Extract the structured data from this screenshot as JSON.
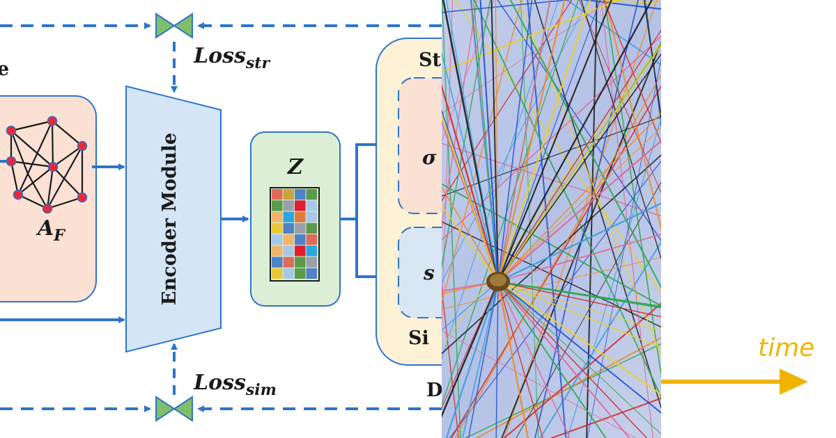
{
  "diagram": {
    "encoder_label": "Encoder Module",
    "z_label": "Z",
    "af_main": "A",
    "af_sub": "F",
    "loss_str_main": "Loss",
    "loss_str_sub": "str",
    "loss_sim_main": "Loss",
    "loss_sim_sub": "sim",
    "cut_top_left": "e",
    "cut_top_right": "St",
    "cut_sigma": "σ",
    "cut_s": "s",
    "cut_bottom_right": "Si",
    "cut_d": "D",
    "colors": {
      "arrow": "#2e74c8",
      "graph_box": "#fbe1d4",
      "encoder": "#d4e5f5",
      "z_box": "#dcefd6",
      "decoder_outer": "#fdf1d6",
      "valve": "#7fbf6a",
      "node": "#e8283a"
    },
    "matrix_colors": [
      [
        "#e06a5a",
        "#c9a53a",
        "#4f82c6",
        "#5a9a4a"
      ],
      [
        "#5a9a4a",
        "#9aa0a8",
        "#e01e2e",
        "#a8c7e8"
      ],
      [
        "#f0b56a",
        "#2aa6e0",
        "#e07a3a",
        "#a8c7e8"
      ],
      [
        "#e8c83a",
        "#4f82c6",
        "#9aa0a8",
        "#5a9a4a"
      ],
      [
        "#a8c7e8",
        "#f0b56a",
        "#4f82c6",
        "#e06a5a"
      ],
      [
        "#f0b56a",
        "#a8c7e8",
        "#e01e2e",
        "#2aa6e0"
      ],
      [
        "#4f82c6",
        "#e06a5a",
        "#5a9a4a",
        "#9aa0a8"
      ],
      [
        "#e8c83a",
        "#a8c7e8",
        "#5a9a4a",
        "#4f82c6"
      ]
    ]
  },
  "photo": {
    "description_colors": [
      "#1f4fd1",
      "#d42a2a",
      "#2aa84a",
      "#f0d020",
      "#e06a9a",
      "#1a1a1a",
      "#f08a20",
      "#3aa0e0"
    ]
  },
  "timeline": {
    "label": "time",
    "color": "#f0b400"
  }
}
